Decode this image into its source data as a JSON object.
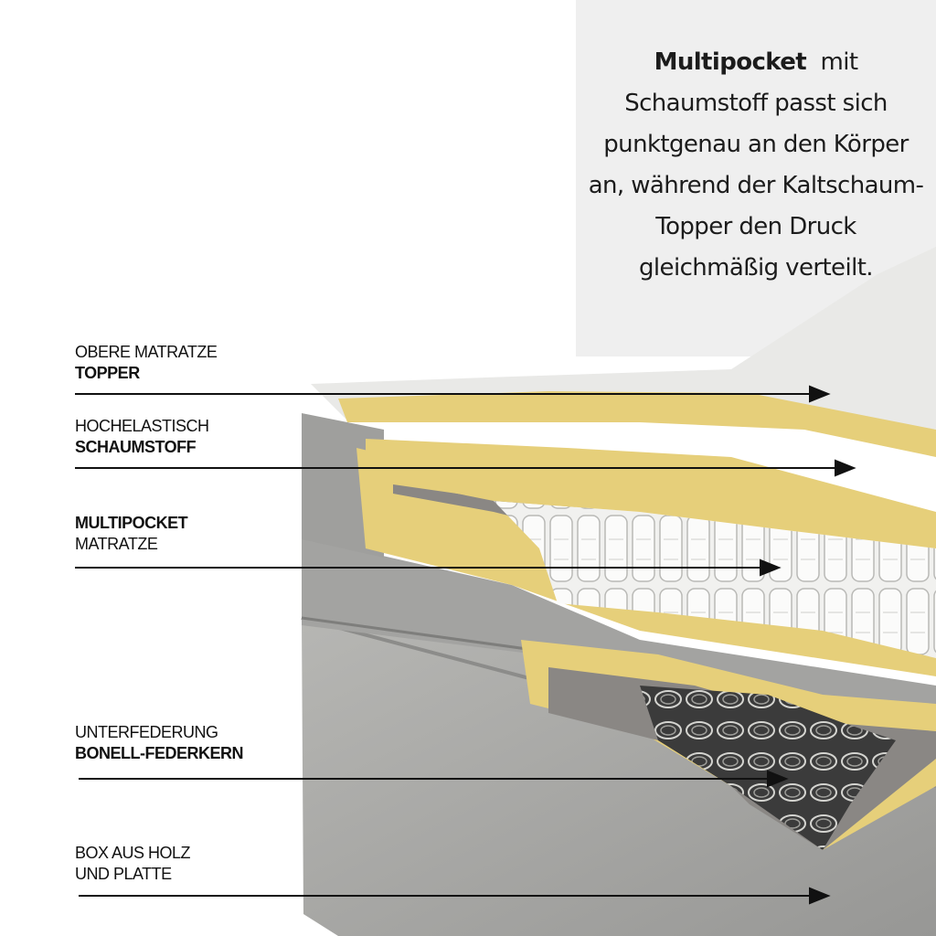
{
  "description": {
    "bold_lead": "Multipocket",
    "line1_rest": "mit",
    "line2": "Schaumstoff passt sich",
    "line3": "punktgenau an den Körper",
    "line4": "an, während der Kaltschaum-",
    "line5": "Topper den Druck",
    "line6": "gleichmäßig verteilt."
  },
  "labels": [
    {
      "line1": "OBERE MATRATZE",
      "line2": "TOPPER",
      "bold_line": 2
    },
    {
      "line1": "HOCHELASTISCH",
      "line2": "SCHAUMSTOFF",
      "bold_line": 2
    },
    {
      "line1": "MULTIPOCKET",
      "line2": "MATRATZE",
      "bold_line": 1
    },
    {
      "line1": "UNTERFEDERUNG",
      "line2": "BONELL-FEDERKERN",
      "bold_line": 2
    },
    {
      "line1": "BOX AUS HOLZ",
      "line2": "UND PLATTE",
      "bold_line": 0
    }
  ],
  "colors": {
    "fabric": "#a9a9a7",
    "fabric_dark": "#8f8f8d",
    "foam_yellow": "#e6cf7a",
    "felt_gray": "#8a8784",
    "topper_white": "#e9e9e7",
    "panel_bg": "#efefef"
  }
}
